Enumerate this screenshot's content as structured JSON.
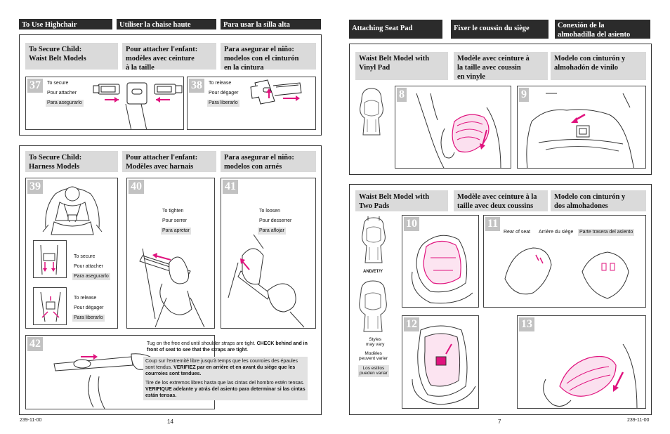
{
  "colors": {
    "accent": "#e0137e",
    "header_bg": "#2b2b2b",
    "gray_box": "#dadada",
    "label_bg": "#e2e2e2"
  },
  "left_page": {
    "headers": [
      "To Use Highchair",
      "Utiliser la chaise haute",
      "Para usar la silla alta"
    ],
    "waist": {
      "titles": [
        "To Secure Child:\nWaist Belt Models",
        "Pour attacher l'enfant:\nmodèles avec ceinture\nà la taille",
        "Para asegurar el niño:\nmodelos con el cinturón\nen la cintura"
      ],
      "step37": {
        "num": "37",
        "labels": [
          "To secure",
          "Pour attacher",
          "Para asegurarlo"
        ]
      },
      "step38": {
        "num": "38",
        "labels": [
          "To release",
          "Pour dégager",
          "Para liberarlo"
        ]
      }
    },
    "harness": {
      "titles": [
        "To Secure Child:\nHarness Models",
        "Pour attacher l'enfant:\nModèles avec harnais",
        "Para asegurar el niño:\nmodelos con arnés"
      ],
      "step39": {
        "num": "39",
        "secure_labels": [
          "To secure",
          "Pour attacher",
          "Para asegurarlo"
        ],
        "release_labels": [
          "To release",
          "Pour dégager",
          "Para liberarlo"
        ]
      },
      "step40": {
        "num": "40",
        "labels": [
          "To tighten",
          "Pour serrer",
          "Para apretar"
        ]
      },
      "step41": {
        "num": "41",
        "labels": [
          "To loosen",
          "Pour desserrer",
          "Para aflojar"
        ]
      },
      "step42": {
        "num": "42",
        "en": "Tug on the free end until shoulder straps are tight. ",
        "en_bold": "CHECK behind and in front of seat to see that the straps are tight",
        "en_end": ".",
        "fr": "Coup sur l'extremité libre jusqu'à temps que les courroies des épaules sont tendus. ",
        "fr_bold": "VERIFIEZ par en arrière et en avant du siège que les courroies sont tendues.",
        "es": "Tire de los extremos libres hasta que las cintas del hombro estén tensas. ",
        "es_bold": "VERIFIQUE adelante y atrás del asiento para determinar si las cintas están tensas."
      }
    },
    "footer_code": "239-11-00",
    "page_number": "14"
  },
  "right_page": {
    "headers": [
      "Attaching Seat Pad",
      "Fixer le coussin du siège",
      "Conexión de la\nalmohadilla del asiento"
    ],
    "vinyl": {
      "titles": [
        "Waist Belt Model with\nVinyl Pad",
        "Modèle avec ceinture à\nla taille avec coussin\nen vinyle",
        "Modelo con cinturón y\nalmohadón de vinilo"
      ],
      "step8": "8",
      "step9": "9"
    },
    "two_pads": {
      "titles": [
        "Waist Belt Model with\nTwo Pads",
        "Modèle avec ceinture à la\ntaille avec deux coussins",
        "Modelo con cinturón y\ndos almohadones"
      ],
      "and_label": "AND/ET/Y",
      "styles_labels": [
        "Styles\nmay vary",
        "Modèles\npeuvent varier",
        "Los estilos\npueden variar"
      ],
      "step10": "10",
      "step11": {
        "num": "11",
        "labels": [
          "Rear of seat",
          "Arrière du siège",
          "Parte trasera del asiento"
        ]
      },
      "step12": "12",
      "step13": "13"
    },
    "page_number": "7",
    "footer_code": "239-11-00"
  }
}
